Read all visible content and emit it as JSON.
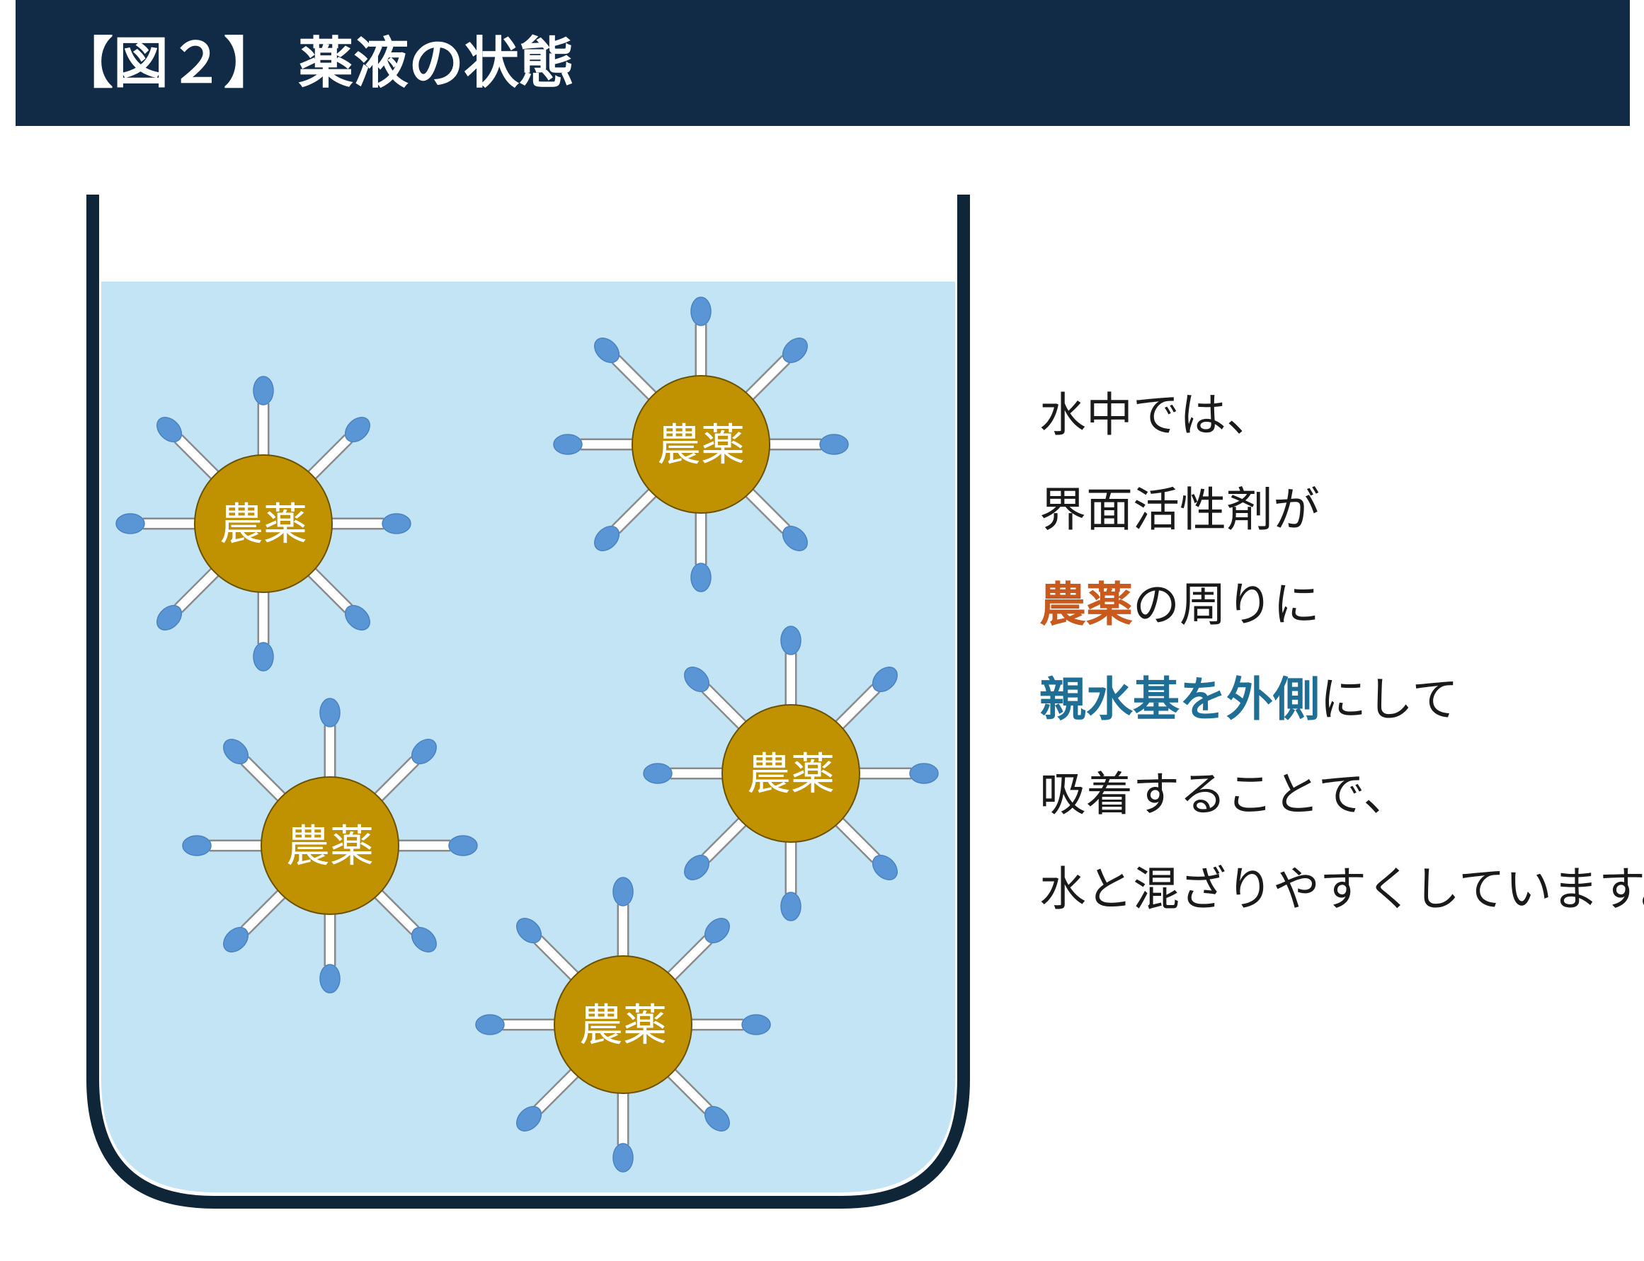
{
  "header": {
    "title": "【図２】 薬液の状態"
  },
  "diagram": {
    "particle_label": "農薬",
    "particles": 5,
    "colors": {
      "header_bg": "#112a45",
      "beaker_stroke": "#0f2538",
      "water_fill": "#c3e4f4",
      "particle_fill": "#c09202",
      "hydrophilic_head": "#5a96d6",
      "tail": "#ffffff",
      "highlight_orange": "#c85a1e",
      "highlight_blue": "#1f6e96"
    }
  },
  "explanation": {
    "line1": "水中では、",
    "line2": "界面活性剤が",
    "line3_hl": "農薬",
    "line3_rest": "の周りに",
    "line4_hl": "親水基を外側",
    "line4_rest": "にして",
    "line5": "吸着することで、",
    "line6": "水と混ざりやすくしています。"
  }
}
